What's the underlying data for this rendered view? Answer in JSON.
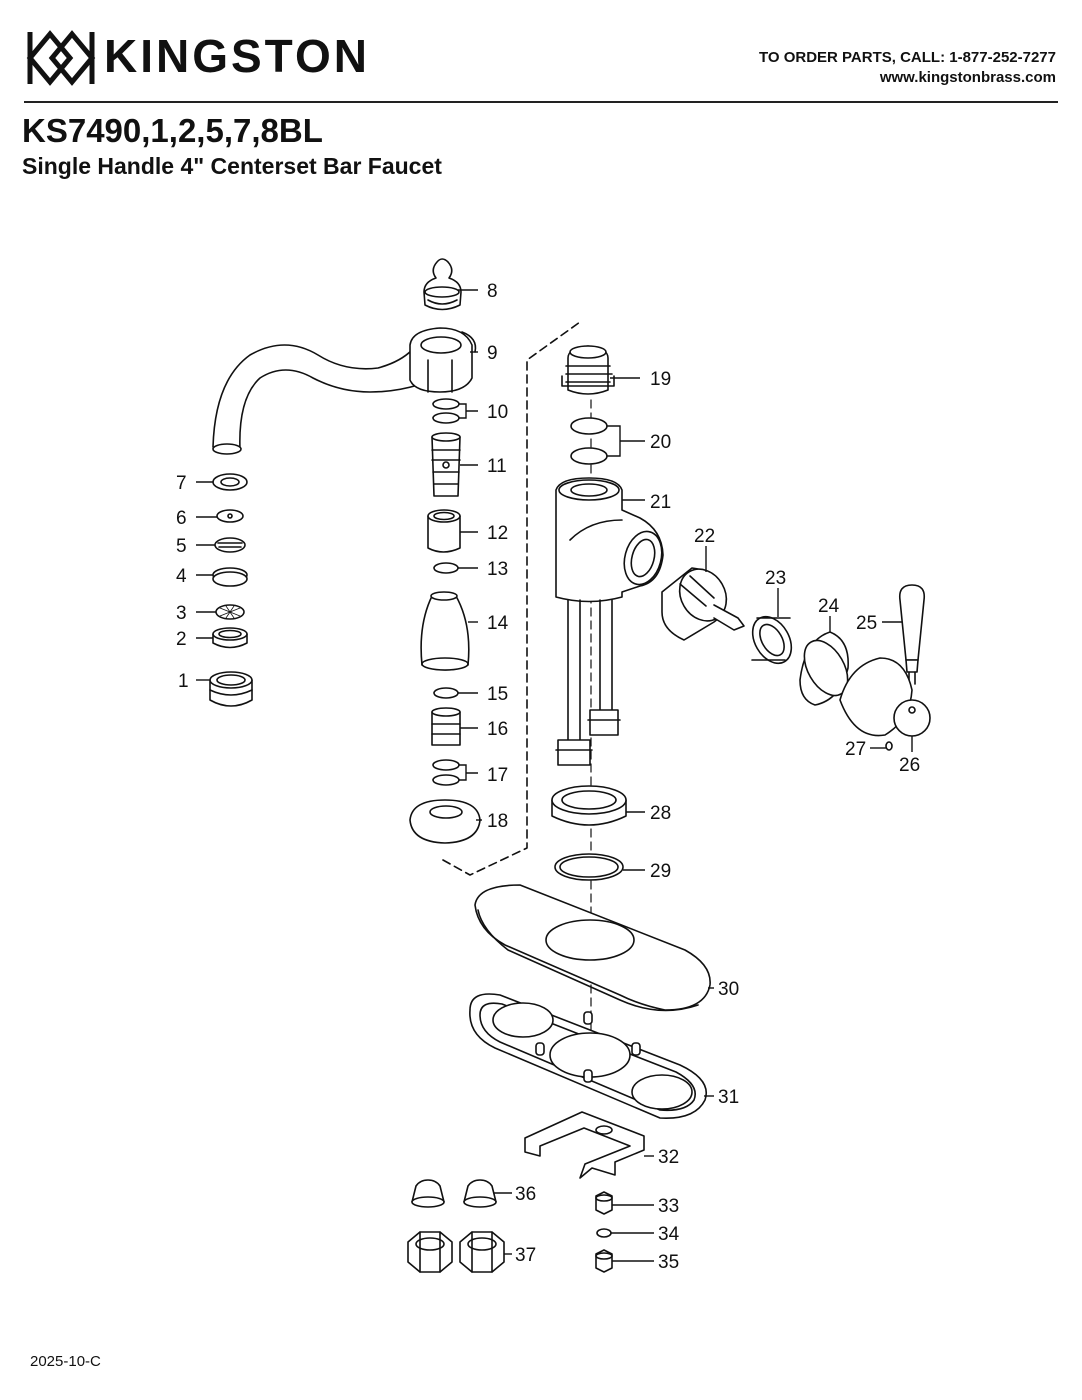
{
  "header": {
    "brand": "KINGSTON",
    "order_line": "TO ORDER PARTS, CALL: 1-877-252-7277",
    "website": "www.kingstonbrass.com"
  },
  "product": {
    "model": "KS7490,1,2,5,7,8BL",
    "description": "Single Handle 4\" Centerset Bar Faucet"
  },
  "footer": {
    "revision": "2025-10-C"
  },
  "parts": [
    "1",
    "2",
    "3",
    "4",
    "5",
    "6",
    "7",
    "8",
    "9",
    "10",
    "11",
    "12",
    "13",
    "14",
    "15",
    "16",
    "17",
    "18",
    "19",
    "20",
    "21",
    "22",
    "23",
    "24",
    "25",
    "26",
    "27",
    "28",
    "29",
    "30",
    "31",
    "32",
    "33",
    "34",
    "35",
    "36",
    "37"
  ]
}
